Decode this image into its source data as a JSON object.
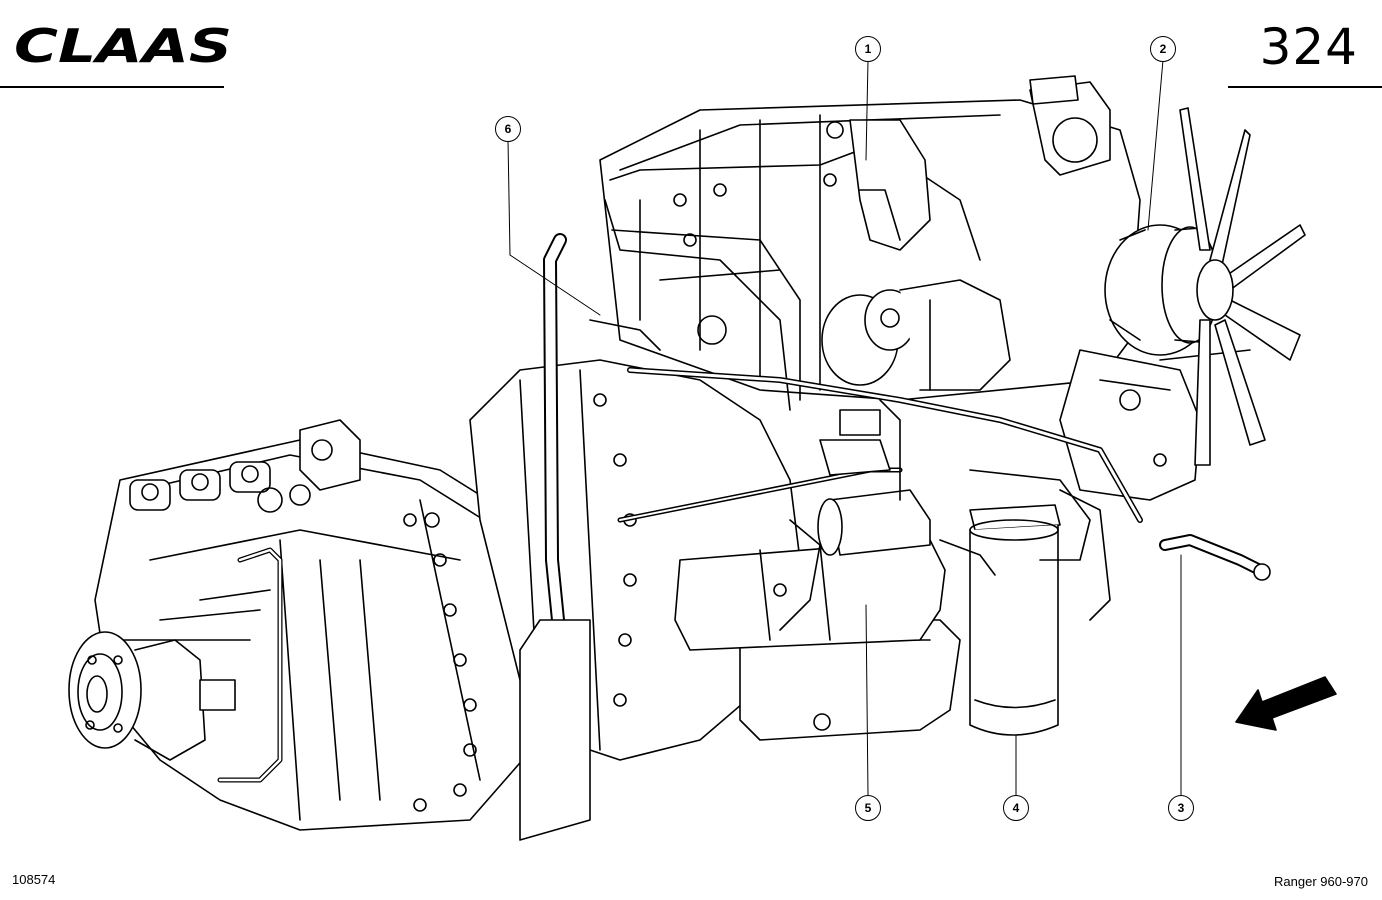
{
  "header": {
    "brand": "CLAAS",
    "page_number": "324"
  },
  "footer": {
    "document_number": "108574",
    "model": "Ranger 960-970"
  },
  "callouts": [
    {
      "label": "1"
    },
    {
      "label": "2"
    },
    {
      "label": "3"
    },
    {
      "label": "4"
    },
    {
      "label": "5"
    },
    {
      "label": "6"
    }
  ],
  "icons": {
    "direction_arrow": "arrow-down-left-icon"
  }
}
